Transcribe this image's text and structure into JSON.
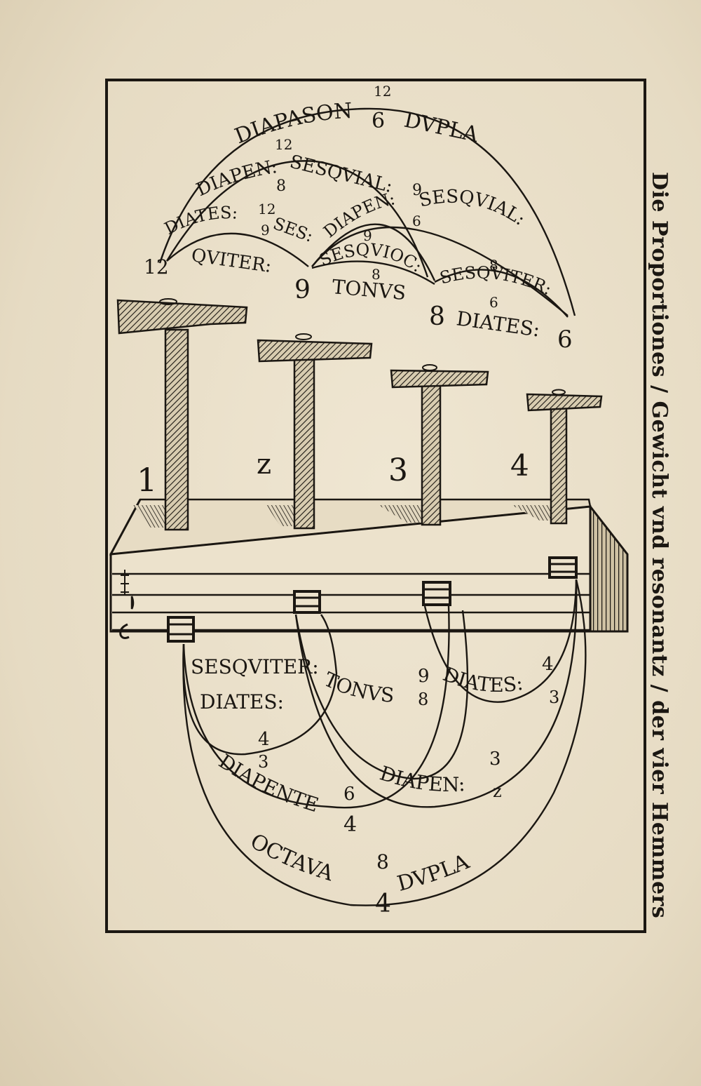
{
  "side_title": "Die Proportiones / Gewicht vnd resonantz / der vier Hemmers",
  "hammers": [
    "1",
    "z",
    "3",
    "4"
  ],
  "upper_arcs": {
    "diapason": "DIAPASON",
    "diapason_num": "12",
    "diapason_den": "6",
    "dupla": "DVPLA",
    "diapen_left": "DIAPEN:",
    "diapen_left_num": "12",
    "diapen_left_den": "8",
    "sesquial_left": "SESQVIAL:",
    "diates_left": "DIATES:",
    "diates_left_num": "12",
    "diates_left_den": "9",
    "ses_left": "SES:",
    "qviter": "QVITER:",
    "diapen_right": "DIAPEN:",
    "diapen_right_num": "9",
    "diapen_right_den": "6",
    "sesquial_right": "SESQVIAL:",
    "sesquioc": "SESQVIOC:",
    "sesquioc_num": "9",
    "sesquioc_den": "8",
    "sesquiter_top": "SESQVITER:",
    "sesquiter_top_num": "8",
    "sesquiter_top_den": "6",
    "w1": "12",
    "w2": "9",
    "w3": "8",
    "w4": "6",
    "tonus": "TONVS",
    "diates_bottom": "DIATES:"
  },
  "lower_arcs": {
    "sesquiter": "SESQVITER:",
    "diates": "DIATES:",
    "diates_num": "4",
    "diates_den": "3",
    "tonus": "TONVS",
    "tonus_num": "9",
    "tonus_den": "8",
    "diates_right": "DIATES:",
    "diates_right_num": "4",
    "diates_right_den": "3",
    "diapen": "DIAPEN:",
    "diapen_num": "3",
    "diapen_den": "z",
    "diapente": "DIAPENTE",
    "diapente_num": "6",
    "diapente_den": "4",
    "octava": "OCTAVA",
    "octava_num": "8",
    "octava_den": "4",
    "dupla": "DVPLA"
  }
}
